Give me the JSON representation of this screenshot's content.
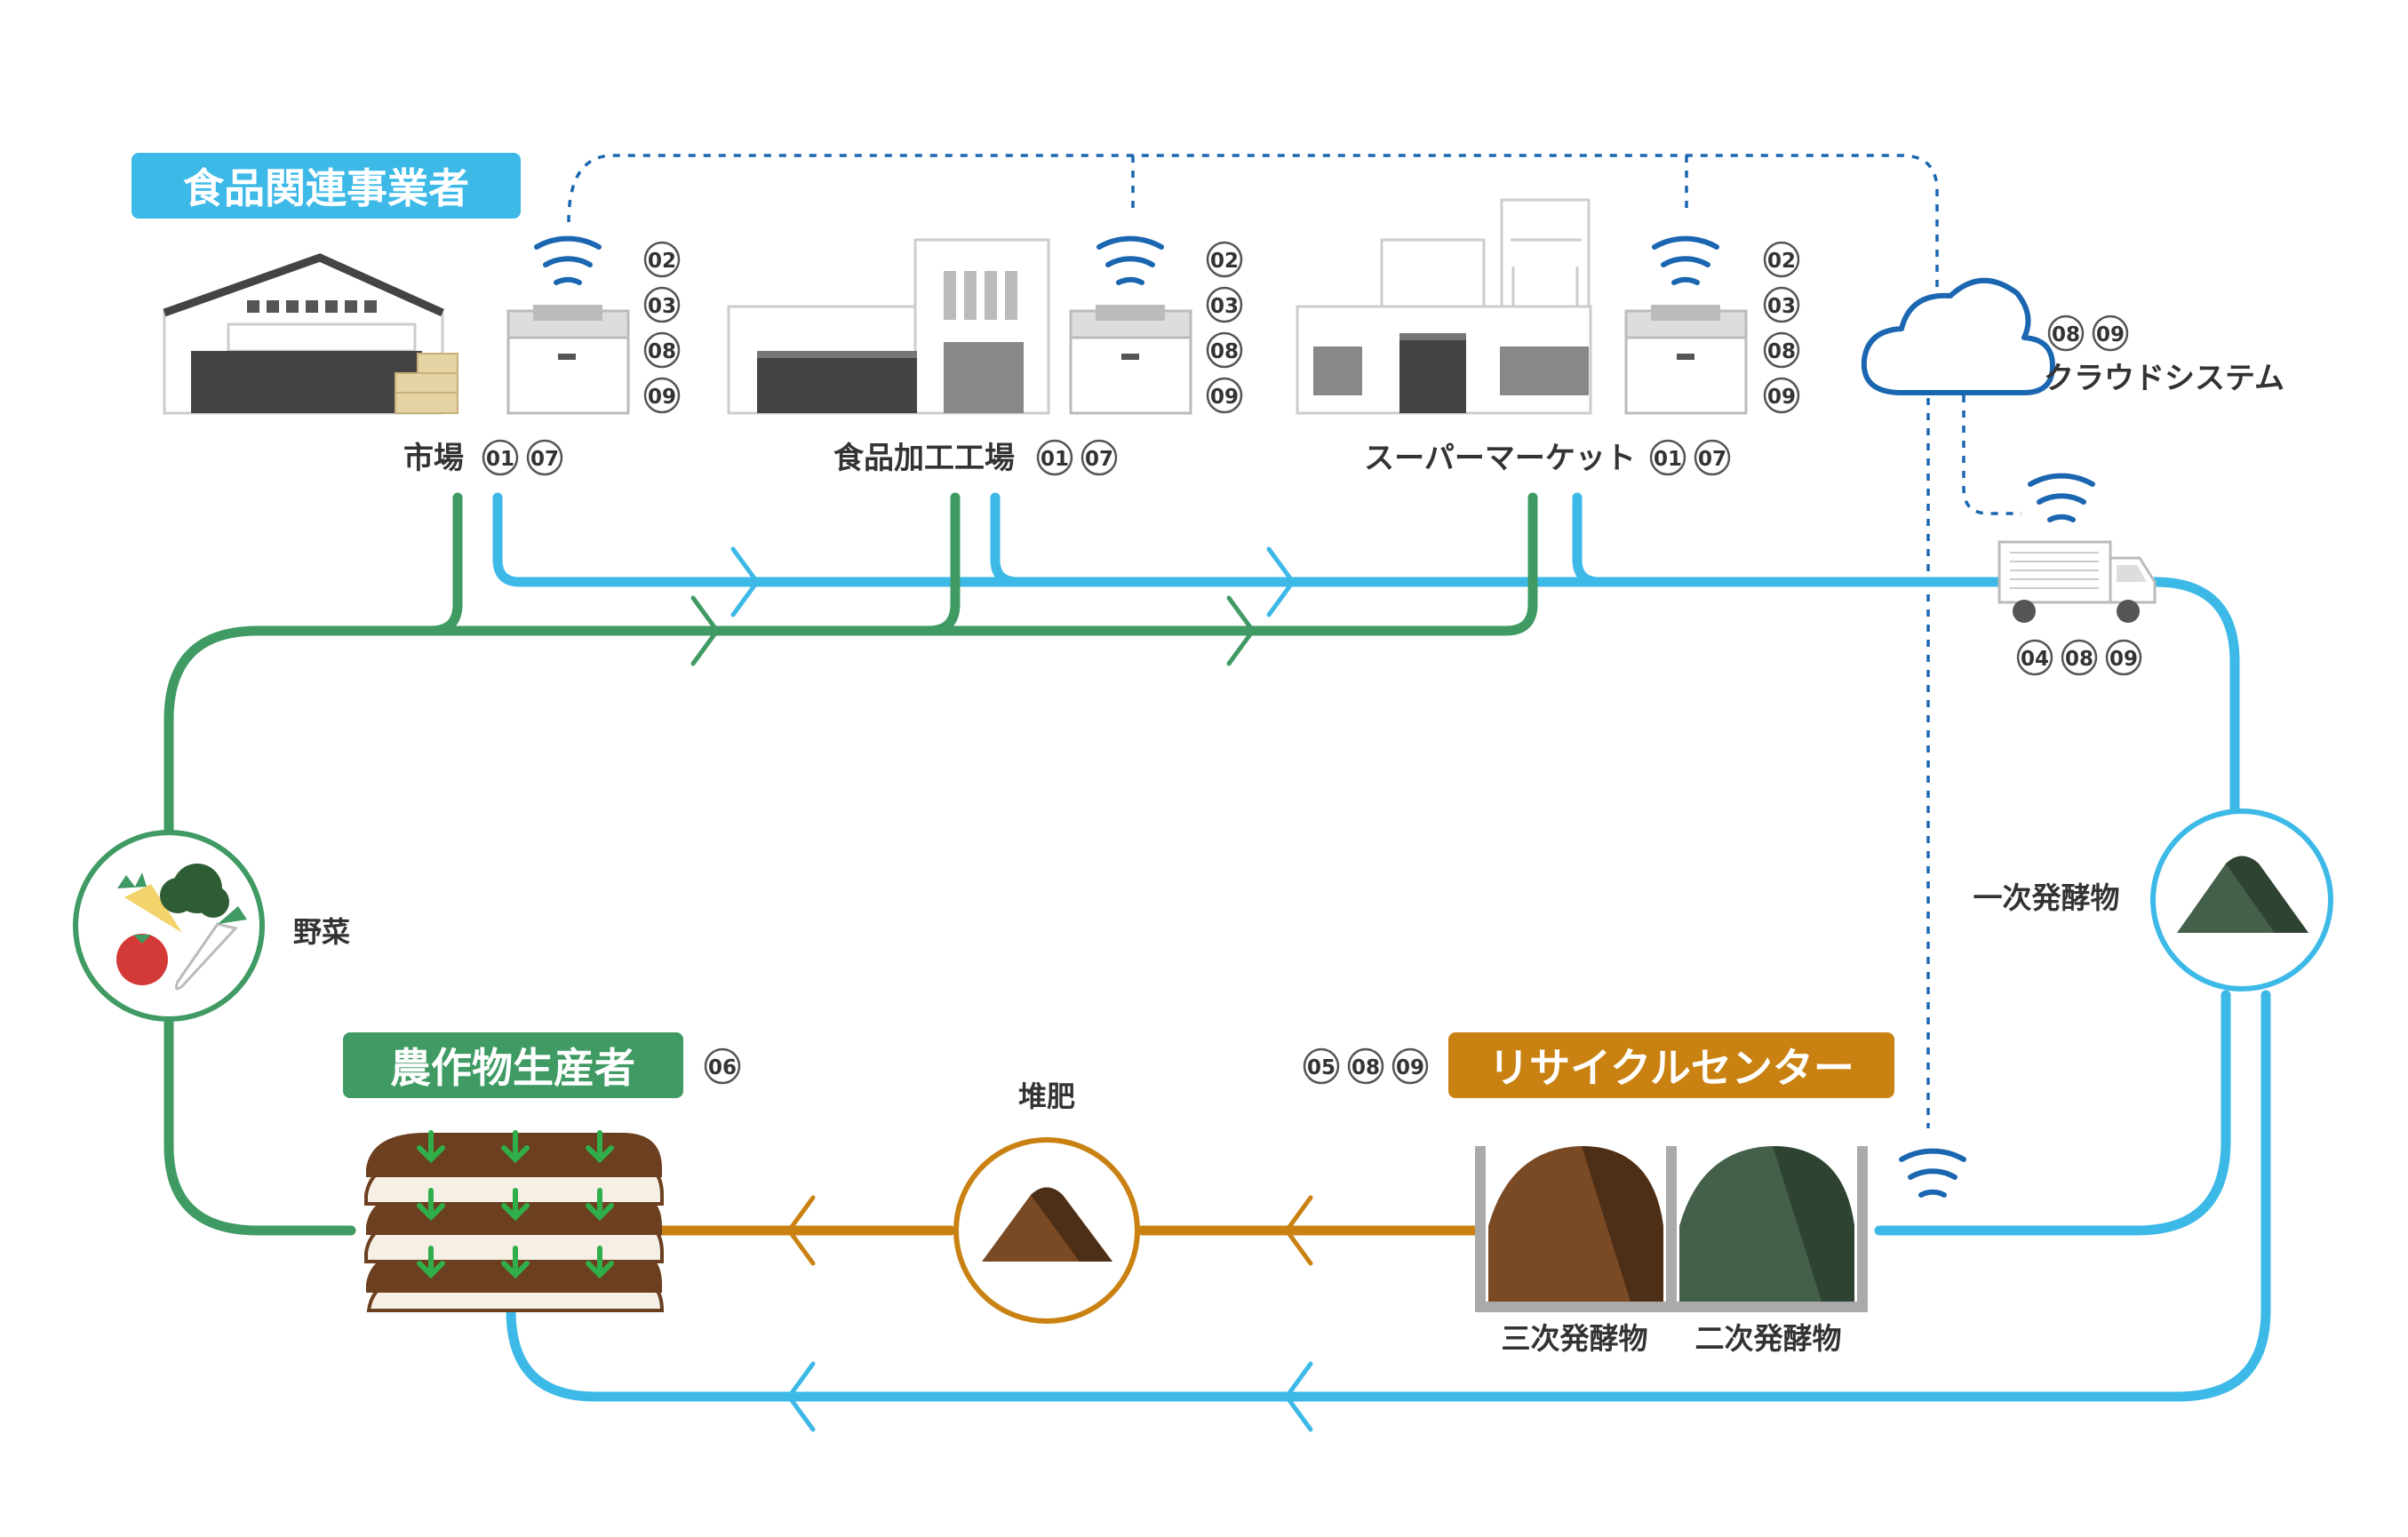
{
  "categories": {
    "food_business": "食品関連事業者",
    "producer": "農作物生産者",
    "recycle": "リサイクルセンター"
  },
  "facilities": {
    "market": "市場",
    "factory": "食品加工工場",
    "supermarket": "スーパーマーケット",
    "cloud": "クラウドシステム"
  },
  "flow_labels": {
    "vegetables": "野菜",
    "compost": "堆肥",
    "primary": "一次発酵物",
    "secondary": "二次発酵物",
    "tertiary": "三次発酵物"
  },
  "badges": {
    "market_device": [
      "02",
      "03",
      "08",
      "09"
    ],
    "factory_device": [
      "02",
      "03",
      "08",
      "09"
    ],
    "super_device": [
      "02",
      "03",
      "08",
      "09"
    ],
    "market": [
      "01",
      "07"
    ],
    "factory": [
      "01",
      "07"
    ],
    "super": [
      "01",
      "07"
    ],
    "cloud": [
      "08",
      "09"
    ],
    "truck": [
      "04",
      "08",
      "09"
    ],
    "producer": [
      "06"
    ],
    "recycle": [
      "05",
      "08",
      "09"
    ]
  },
  "colors": {
    "blue_flow": "#3db9e8",
    "green_flow": "#3f9a63",
    "compost_flow": "#c98212",
    "wifi": "#1a66b0",
    "cat_blue": "#3db9e8",
    "cat_green": "#3f9a63",
    "cat_orange": "#c98212"
  }
}
